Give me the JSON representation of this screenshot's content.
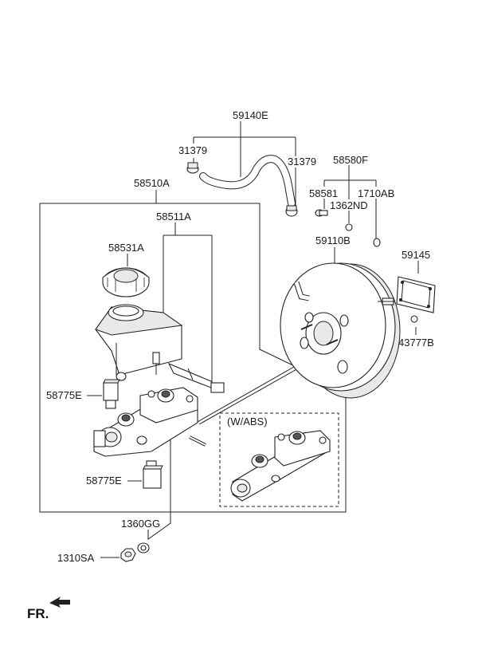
{
  "diagram": {
    "labels": {
      "p59140E": "59140E",
      "p31379_left": "31379",
      "p31379_right": "31379",
      "p58580F": "58580F",
      "p58510A": "58510A",
      "p58581": "58581",
      "p1710AB": "1710AB",
      "p1362ND": "1362ND",
      "p58511A": "58511A",
      "p59110B": "59110B",
      "p58531A": "58531A",
      "p59145": "59145",
      "p43777B": "43777B",
      "p58775E_top": "58775E",
      "p58775E_bottom": "58775E",
      "wabs": "(W/ABS)",
      "p1360GG": "1360GG",
      "p1310SA": "1310SA",
      "fr": "FR."
    }
  }
}
